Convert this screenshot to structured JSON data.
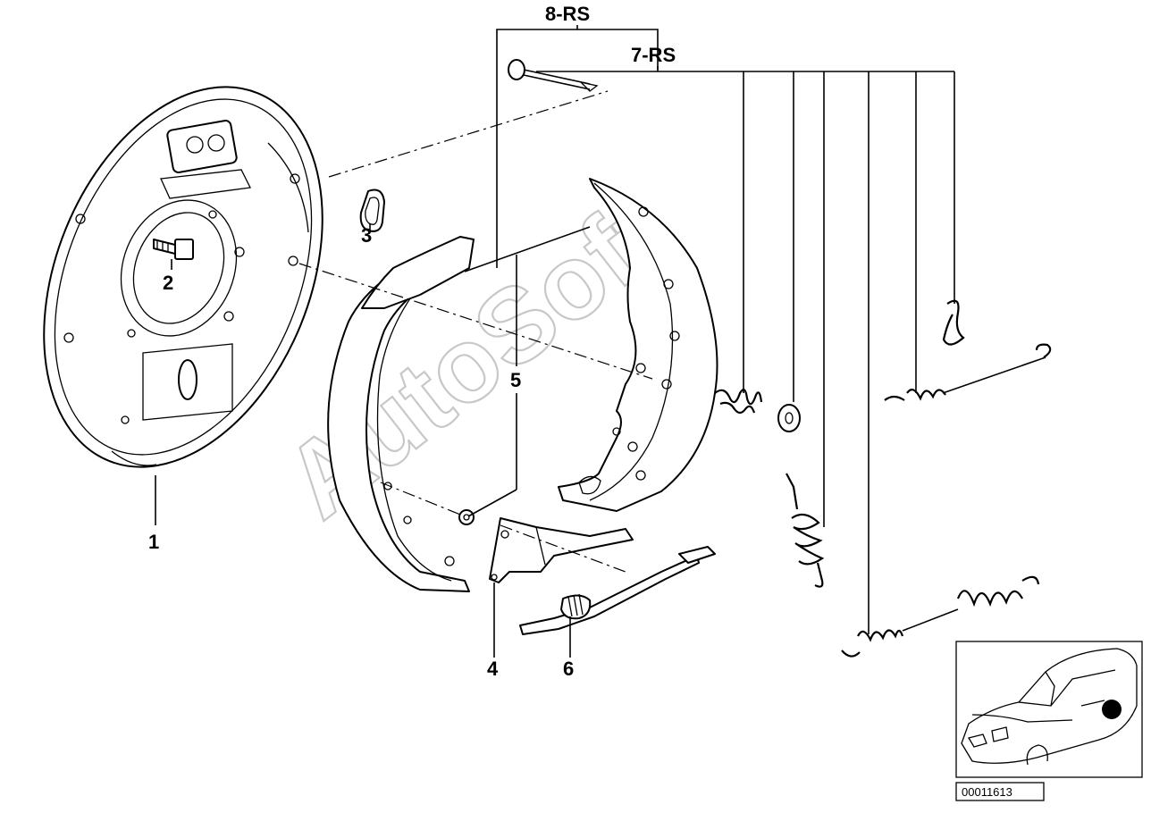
{
  "callouts": {
    "p1": "1",
    "p2": "2",
    "p3": "3",
    "p4": "4",
    "p5": "5",
    "p6": "6",
    "p7rs": "7-RS",
    "p8rs": "8-RS"
  },
  "watermark": "AutoSoft",
  "doc_number": "00011613",
  "icons": {
    "backing_plate": "brake-backing-plate-icon",
    "bolt": "hex-bolt-icon",
    "plug": "rubber-plug-icon",
    "lever": "parking-brake-lever-icon",
    "shoes": "brake-shoe-pair-icon",
    "adjuster": "adjuster-strut-icon",
    "hardware": "spring-hardware-icon",
    "car": "car-location-icon"
  },
  "colors": {
    "line": "#000000",
    "background": "#ffffff",
    "watermark": "#c8c8c8",
    "marker": "#000000"
  }
}
